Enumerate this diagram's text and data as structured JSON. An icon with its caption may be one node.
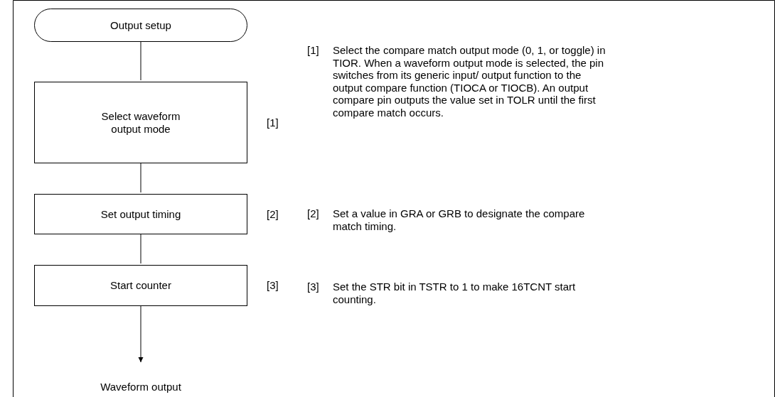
{
  "diagram": {
    "nodes": [
      {
        "text": [
          "Output setup"
        ]
      },
      {
        "text": [
          "Select waveform output mode"
        ],
        "beside": [
          "[1]"
        ]
      },
      {
        "text": [
          "Set output timing"
        ],
        "beside": [
          "[2]"
        ]
      },
      {
        "text": [
          "Start counter"
        ],
        "beside": [
          "[3]"
        ]
      },
      {
        "text": [
          "Waveform output"
        ]
      }
    ],
    "edges": [
      {
        "from": 0,
        "to": 1,
        "arrow": "none"
      },
      {
        "from": 1,
        "to": 2,
        "arrow": "none"
      },
      {
        "from": 2,
        "to": 3,
        "arrow": "none"
      },
      {
        "from": 3,
        "to": 4,
        "arrow": "to"
      }
    ],
    "labels": [
      "[1]",
      "Select the compare match output mode (0, 1, or toggle) in TIOR. When a waveform output mode is selected, the pin switches from its generic input/ output function to the output compare function (TIOCA or TIOCB). An output compare pin outputs the value set in TOLR until the first compare match occurs.",
      "[2]",
      "Set a value in GRA or GRB to designate the compare match timing.",
      "[3]",
      "Set the STR bit in TSTR to 1 to make 16TCNT start counting."
    ]
  }
}
